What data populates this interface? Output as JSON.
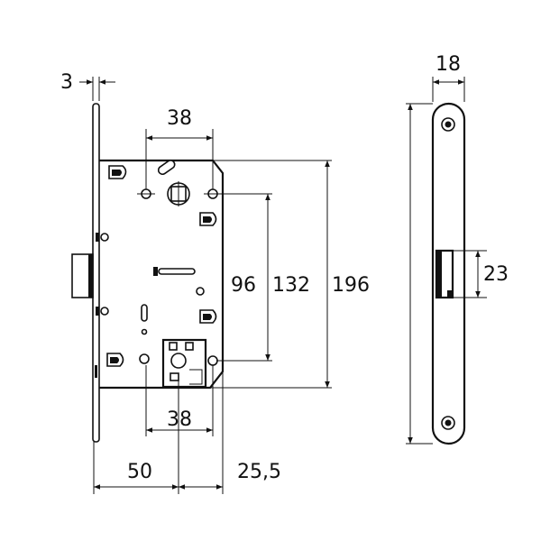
{
  "dimensions": {
    "faceplate_thickness": "3",
    "handle_spindle_spacing": "38",
    "cylinder_spacing": "38",
    "handle_to_bottom_axis": "96",
    "lock_body_height": "132",
    "faceplate_height": "196",
    "backset": "50",
    "body_extension": "25,5",
    "faceplate_width": "18",
    "latch_height": "23"
  },
  "colors": {
    "line": "#111111",
    "background": "#ffffff"
  }
}
